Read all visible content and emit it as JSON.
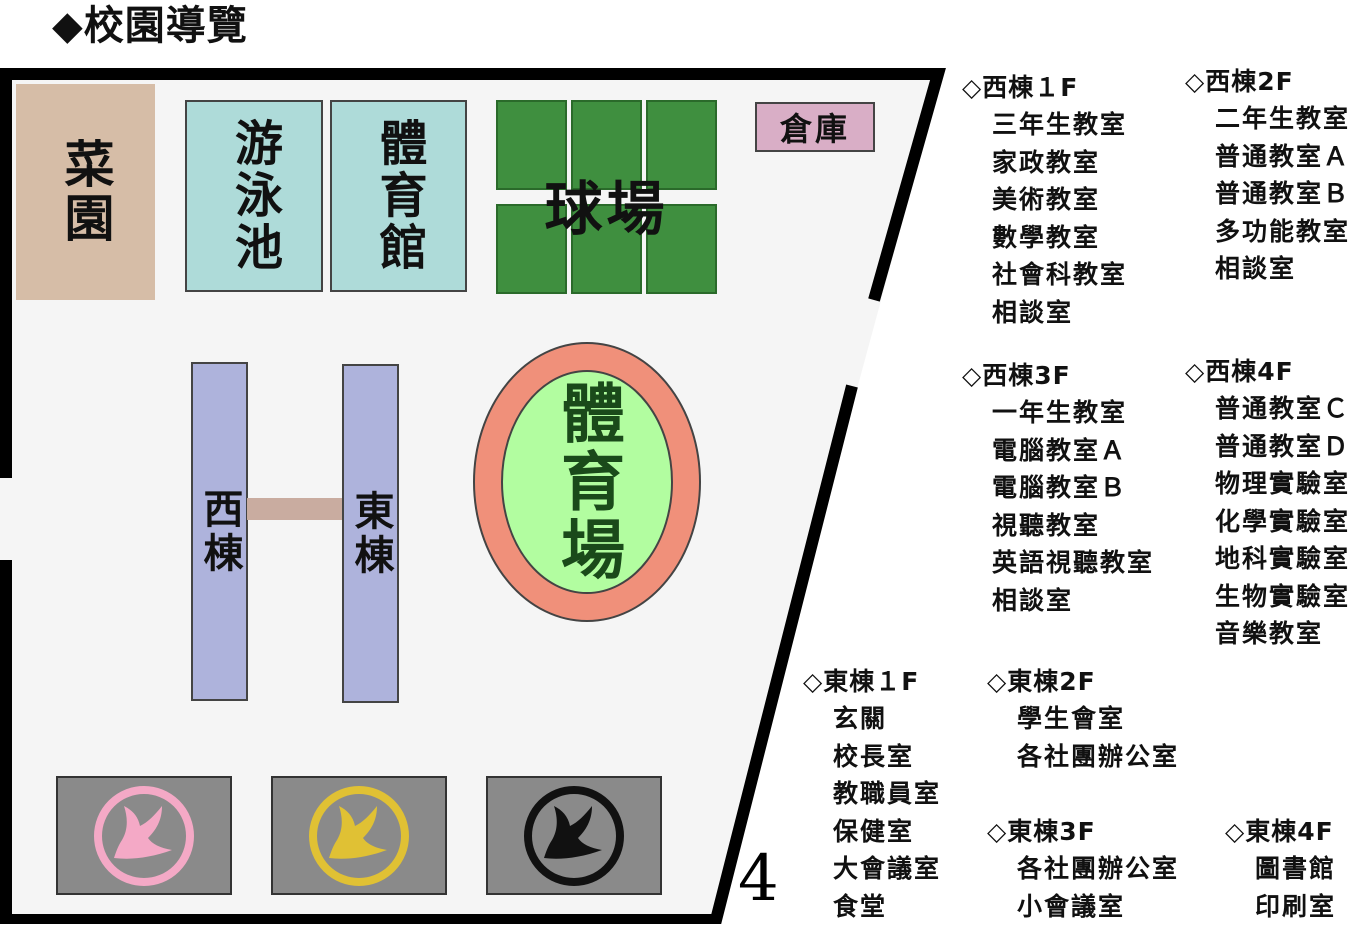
{
  "title": "◆校園導覽",
  "map": {
    "vegetable_garden": "菜園",
    "pool": "游泳池",
    "gym": "體育館",
    "ball_court": "球場",
    "storage": "倉庫",
    "west_building": "西棟",
    "east_building": "東棟",
    "stadium": "體育場",
    "north_mark": "4"
  },
  "colors": {
    "garden": "#d6bda7",
    "pool_gym": "#aedbd9",
    "court": "#3f8f3f",
    "storage": "#d9aec6",
    "buildings": "#aeb3dc",
    "corridor": "#c9aca0",
    "track": "#f0907a",
    "field": "#b2fda0",
    "emblem_fills": [
      "#f4a9c6",
      "#e0c134",
      "#111111"
    ]
  },
  "legend": {
    "west_1f": {
      "title": "◇西棟１F",
      "items": [
        "三年生教室",
        "家政教室",
        "美術教室",
        "數學教室",
        "社會科教室",
        "相談室"
      ]
    },
    "west_2f": {
      "title": "◇西棟2F",
      "items": [
        "二年生教室",
        "普通教室Ａ",
        "普通教室Ｂ",
        "多功能教室",
        "相談室"
      ]
    },
    "west_3f": {
      "title": "◇西棟3F",
      "items": [
        "一年生教室",
        "電腦教室Ａ",
        "電腦教室Ｂ",
        "視聽教室",
        "英語視聽教室",
        "相談室"
      ]
    },
    "west_4f": {
      "title": "◇西棟4F",
      "items": [
        "普通教室Ｃ",
        "普通教室Ｄ",
        "物理實驗室",
        "化學實驗室",
        "地科實驗室",
        "生物實驗室",
        "音樂教室"
      ]
    },
    "east_1f": {
      "title": "◇東棟１F",
      "items": [
        "玄關",
        "校長室",
        "教職員室",
        "保健室",
        "大會議室",
        "食堂"
      ]
    },
    "east_2f": {
      "title": "◇東棟2F",
      "items": [
        "學生會室",
        "各社團辦公室"
      ]
    },
    "east_3f": {
      "title": "◇東棟3F",
      "items": [
        "各社團辦公室",
        "小會議室"
      ]
    },
    "east_4f": {
      "title": "◇東棟4F",
      "items": [
        "圖書館",
        "印刷室"
      ]
    }
  }
}
